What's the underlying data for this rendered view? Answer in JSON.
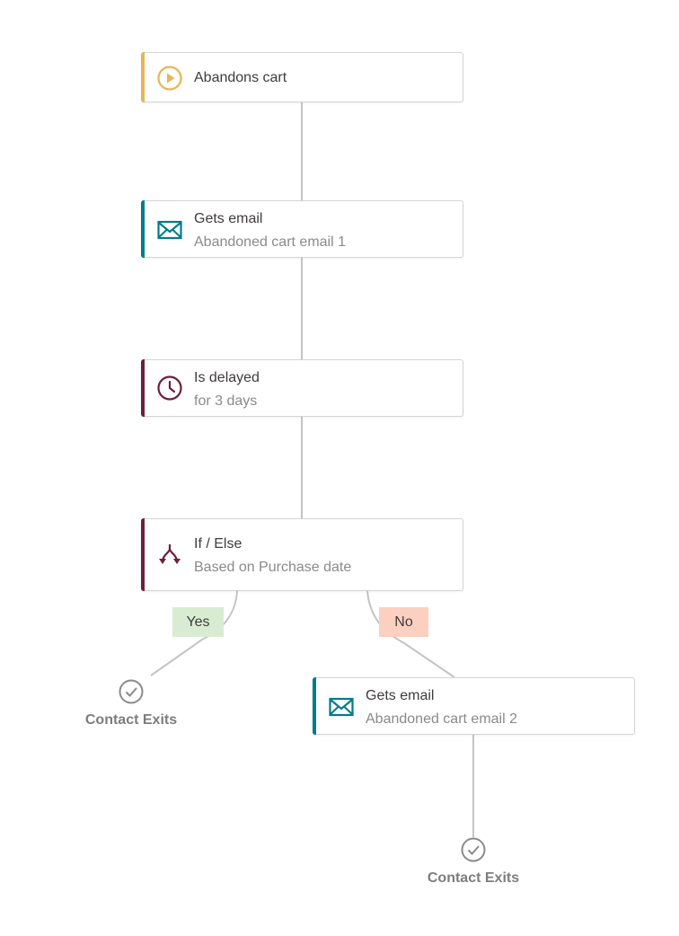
{
  "colors": {
    "trigger": "#e6b556",
    "email": "#007c89",
    "delay": "#6c1f3e",
    "condition": "#6c1f3e",
    "yes_bg": "#d8ecd2",
    "no_bg": "#fbd0c0",
    "connector": "#c4c4c4",
    "exit_gray": "#8a8a8a"
  },
  "steps": {
    "trigger": {
      "icon": "play-circle-icon",
      "title": "Abandons cart"
    },
    "email1": {
      "icon": "envelope-icon",
      "title": "Gets email",
      "subtitle": "Abandoned cart email 1"
    },
    "delay": {
      "icon": "clock-icon",
      "title": "Is delayed",
      "subtitle": "for 3 days"
    },
    "condition": {
      "icon": "split-arrows-icon",
      "title": "If / Else",
      "subtitle": "Based on Purchase date"
    },
    "email2": {
      "icon": "envelope-icon",
      "title": "Gets email",
      "subtitle": "Abandoned cart email 2"
    }
  },
  "branches": {
    "yes": "Yes",
    "no": "No"
  },
  "exits": {
    "yes_exit": {
      "icon": "check-circle-icon",
      "label": "Contact Exits"
    },
    "no_exit": {
      "icon": "check-circle-icon",
      "label": "Contact Exits"
    }
  }
}
